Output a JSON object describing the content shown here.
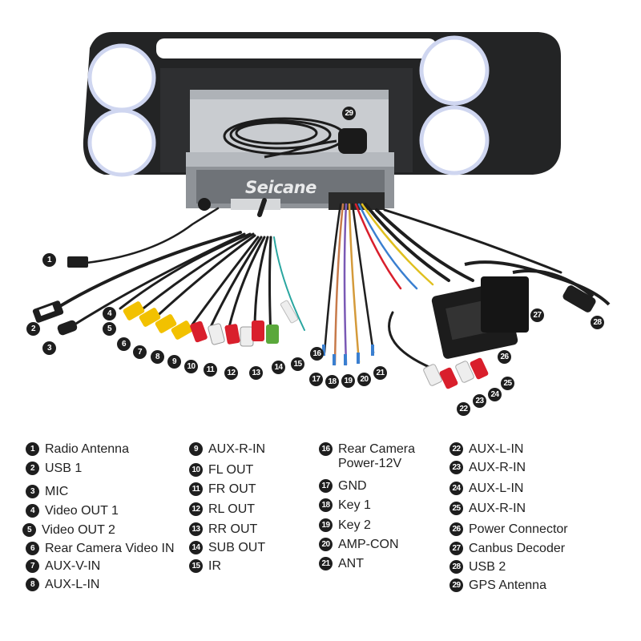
{
  "brand": "Seicane",
  "callouts": [
    {
      "n": "1"
    },
    {
      "n": "2"
    },
    {
      "n": "3"
    },
    {
      "n": "4"
    },
    {
      "n": "5"
    },
    {
      "n": "6"
    },
    {
      "n": "7"
    },
    {
      "n": "8"
    },
    {
      "n": "9"
    },
    {
      "n": "10"
    },
    {
      "n": "11"
    },
    {
      "n": "12"
    },
    {
      "n": "13"
    },
    {
      "n": "14"
    },
    {
      "n": "15"
    },
    {
      "n": "16"
    },
    {
      "n": "17"
    },
    {
      "n": "18"
    },
    {
      "n": "19"
    },
    {
      "n": "20"
    },
    {
      "n": "21"
    },
    {
      "n": "22"
    },
    {
      "n": "23"
    },
    {
      "n": "24"
    },
    {
      "n": "25"
    },
    {
      "n": "26"
    },
    {
      "n": "27"
    },
    {
      "n": "28"
    },
    {
      "n": "29"
    }
  ],
  "legend": [
    {
      "n": "1",
      "label": "Radio Antenna"
    },
    {
      "n": "2",
      "label": "USB 1"
    },
    {
      "n": "3",
      "label": "MIC"
    },
    {
      "n": "4",
      "label": "Video OUT 1"
    },
    {
      "n": "5",
      "label": "Video OUT 2"
    },
    {
      "n": "6",
      "label": "Rear Camera Video IN"
    },
    {
      "n": "7",
      "label": "AUX-V-IN"
    },
    {
      "n": "8",
      "label": "AUX-L-IN"
    },
    {
      "n": "9",
      "label": "AUX-R-IN"
    },
    {
      "n": "10",
      "label": "FL OUT"
    },
    {
      "n": "11",
      "label": "FR OUT"
    },
    {
      "n": "12",
      "label": "RL OUT"
    },
    {
      "n": "13",
      "label": "RR OUT"
    },
    {
      "n": "14",
      "label": "SUB OUT"
    },
    {
      "n": "15",
      "label": "IR"
    },
    {
      "n": "16",
      "label": "Rear Camera\nPower-12V"
    },
    {
      "n": "17",
      "label": "GND"
    },
    {
      "n": "18",
      "label": "Key 1"
    },
    {
      "n": "19",
      "label": "Key 2"
    },
    {
      "n": "20",
      "label": "AMP-CON"
    },
    {
      "n": "21",
      "label": "ANT"
    },
    {
      "n": "22",
      "label": "AUX-L-IN"
    },
    {
      "n": "23",
      "label": "AUX-R-IN"
    },
    {
      "n": "24",
      "label": "AUX-L-IN"
    },
    {
      "n": "25",
      "label": "AUX-R-IN"
    },
    {
      "n": "26",
      "label": "Power Connector"
    },
    {
      "n": "27",
      "label": "Canbus Decoder"
    },
    {
      "n": "28",
      "label": "USB 2"
    },
    {
      "n": "29",
      "label": "GPS Antenna"
    }
  ]
}
